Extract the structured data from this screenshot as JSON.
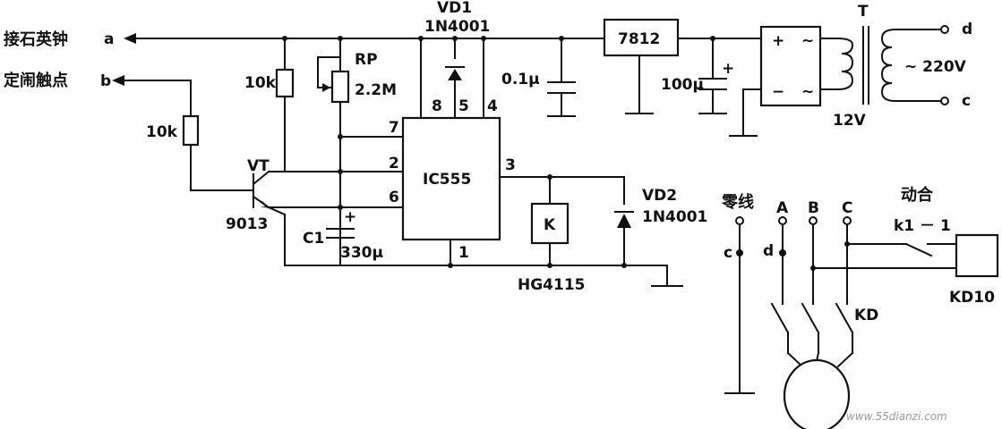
{
  "labels": {
    "terminal_a_text": "接石英钟",
    "terminal_b_text": "定闹触点",
    "a": "a",
    "b": "b",
    "r1": "10k",
    "r2": "10k",
    "rp_name": "RP",
    "rp_value": "2.2M",
    "vt_name": "VT",
    "vt_model": "9013",
    "c1_name": "C1",
    "c1_value": "330μ",
    "vd1_name": "VD1",
    "vd1_model": "1N4001",
    "pin8": "8",
    "pin5": "5",
    "pin4": "4",
    "pin7": "7",
    "pin2": "2",
    "pin6": "6",
    "pin3": "3",
    "pin1": "1",
    "ic": "IC555",
    "relay_k": "K",
    "relay_model": "HG4115",
    "vd2_name": "VD2",
    "vd2_model": "1N4001",
    "c_01": "0.1μ",
    "regulator": "7812",
    "c_100": "100μ",
    "plus1": "+",
    "plus2": "+",
    "bridge_plus": "+",
    "bridge_minus": "−",
    "bridge_ac1": "~",
    "bridge_ac2": "~",
    "transformer": "T",
    "secondary": "12V",
    "mains": "~ 220V",
    "term_d_top": "d",
    "term_c_bottom": "c",
    "neutral": "零线",
    "phase_a": "A",
    "phase_b": "B",
    "phase_c": "C",
    "term_c_left": "c",
    "term_d_left": "d",
    "contact_type": "动合",
    "contact_name": "k1 － 1",
    "kd": "KD",
    "kd10": "KD10",
    "watermark": "www.55dianzi.com"
  }
}
